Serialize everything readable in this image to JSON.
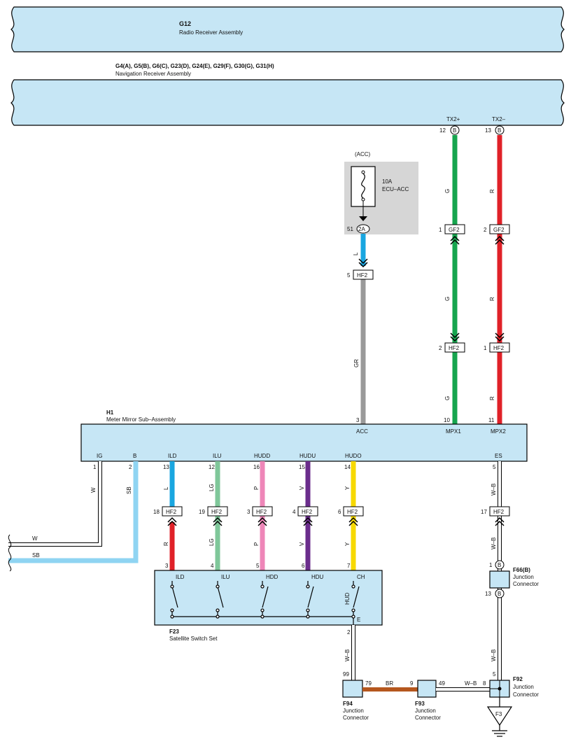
{
  "components": {
    "g12": {
      "code": "G12",
      "name": "Radio Receiver Assembly"
    },
    "nav": {
      "code": "G4(A), G5(B), G6(C), G23(D), G24(E), G29(F), G30(G), G31(H)",
      "name": "Navigation Receiver Assembly"
    },
    "h1": {
      "code": "H1",
      "name": "Meter Mirror Sub–Assembly"
    },
    "f23": {
      "code": "F23",
      "name": "Satellite Switch Set"
    },
    "f66": {
      "code": "F66(B)",
      "line1": "Junction",
      "line2": "Connector"
    },
    "f92": {
      "code": "F92",
      "line1": "Junction",
      "line2": "Connector"
    },
    "f93": {
      "code": "F93",
      "line1": "Junction",
      "line2": "Connector"
    },
    "f94": {
      "code": "F94",
      "line1": "Junction",
      "line2": "Connector"
    },
    "f3": "F3"
  },
  "fuse": {
    "label": "(ACC)",
    "rating": "10A",
    "name": "ECU–ACC",
    "pin": "51",
    "connector": "2A"
  },
  "nav_pins": {
    "tx2p": {
      "label": "TX2+",
      "pin": "12",
      "conn": "B"
    },
    "tx2m": {
      "label": "TX2–",
      "pin": "13",
      "conn": "B"
    }
  },
  "connectors": {
    "hf2": "HF2",
    "gf2": "GF2",
    "b": "B"
  },
  "h1_pins": {
    "acc": {
      "pin": "3",
      "label": "ACC"
    },
    "mpx1": {
      "pin": "10",
      "label": "MPX1"
    },
    "mpx2": {
      "pin": "11",
      "label": "MPX2"
    },
    "ig": {
      "pin": "1",
      "label": "IG"
    },
    "b": {
      "pin": "2",
      "label": "B"
    },
    "ild": {
      "pin": "13",
      "label": "ILD"
    },
    "ilu": {
      "pin": "12",
      "label": "ILU"
    },
    "hudd": {
      "pin": "16",
      "label": "HUDD"
    },
    "hudu": {
      "pin": "15",
      "label": "HUDU"
    },
    "hudo": {
      "pin": "14",
      "label": "HUDO"
    },
    "es": {
      "pin": "5",
      "label": "ES"
    }
  },
  "hf2_pins": {
    "acc": "5",
    "mpx1": "2",
    "mpx2": "1",
    "ild": "18",
    "ilu": "19",
    "hudd": "3",
    "hudu": "4",
    "hudo": "6",
    "es": "17"
  },
  "gf2_pins": {
    "mpx1": "1",
    "mpx2": "2"
  },
  "f23_pins": {
    "p3": "3",
    "p4": "4",
    "p5": "5",
    "p6": "6",
    "p7": "7",
    "p2": "2"
  },
  "f23_switches": {
    "ild": "ILD",
    "ilu": "ILU",
    "hdd": "HDD",
    "hdu": "HDU",
    "ch": "CH",
    "hud": "HUD",
    "e": "E"
  },
  "f66_pins": {
    "top": "1",
    "bottom": "13"
  },
  "f92_pins": {
    "top": "5",
    "left": "8"
  },
  "f93_pins": {
    "left": "9",
    "right": "49"
  },
  "f94_pins": {
    "top": "99",
    "right": "79"
  },
  "wire_colors": {
    "l": "L",
    "g": "G",
    "r": "R",
    "gr": "GR",
    "w": "W",
    "sb": "SB",
    "lg": "LG",
    "p": "P",
    "v": "V",
    "y": "Y",
    "wb": "W–B",
    "br": "BR"
  },
  "colors": {
    "box_fill": "#c6e6f5",
    "fuse_bg": "#d6d6d6",
    "blue": "#19a6e0",
    "light_blue": "#8fd4f2",
    "green": "#16a54e",
    "red": "#e02128",
    "gray": "#9a9a9a",
    "light_green": "#7fc79a",
    "pink": "#ee86b8",
    "violet": "#6b2d8c",
    "yellow": "#f7d900",
    "brown": "#b5571e"
  }
}
